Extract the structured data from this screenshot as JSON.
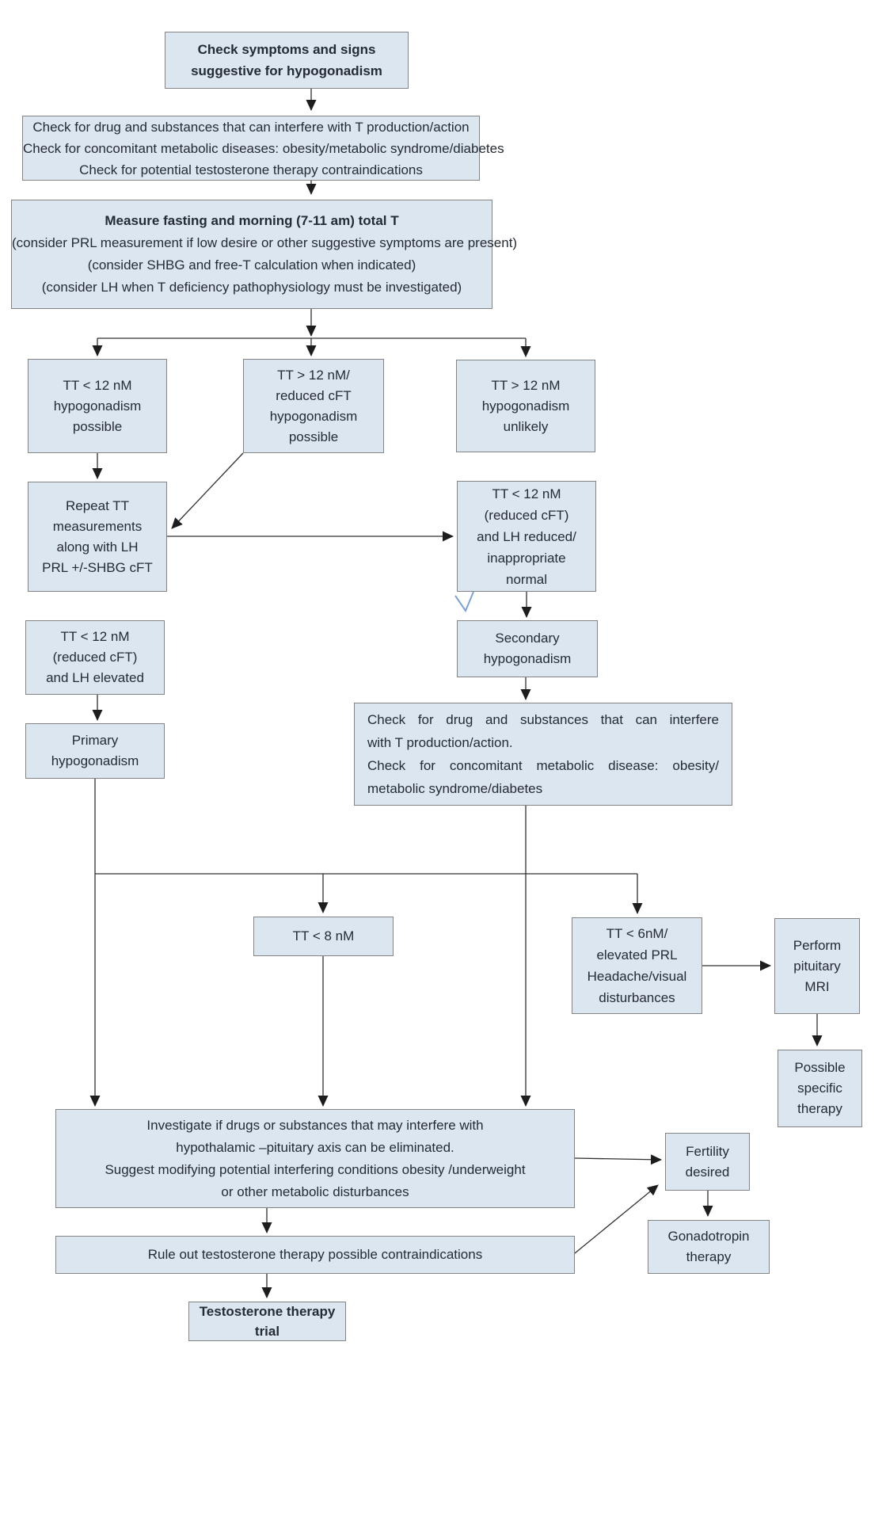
{
  "title": "Hypogonadism diagnostic flowchart",
  "colors": {
    "node_fill": "#dce6f1",
    "node_border": "#848484",
    "connector": "#303030",
    "annotation_blue": "#7aa3d4",
    "text": "#252b33"
  },
  "flowchart": {
    "nodes": {
      "box_a": {
        "lines": [
          "Check symptoms and signs",
          "suggestive for hypogonadism"
        ]
      },
      "box_b": {
        "lines": [
          "Check for drug and substances that can interfere with T production/action",
          "Check for concomitant metabolic diseases: obesity/metabolic syndrome/diabetes",
          "Check for potential testosterone therapy contraindications"
        ]
      },
      "box_c": {
        "lines": [
          "Measure fasting and morning (7-11 am) total T",
          "(consider PRL measurement if low desire or other suggestive symptoms are present)",
          "(consider SHBG and free-T calculation when indicated)",
          "(consider LH when T deficiency pathophysiology must be investigated)"
        ]
      },
      "box_d1": {
        "lines": [
          "TT < 12 nM",
          "hypogonadism",
          "possible"
        ]
      },
      "box_d2": {
        "lines": [
          "TT > 12 nM/",
          "reduced cFT",
          "hypogonadism",
          "possible"
        ]
      },
      "box_d3": {
        "lines": [
          "TT > 12 nM",
          "hypogonadism",
          "unlikely"
        ]
      },
      "box_repeat": {
        "lines": [
          "Repeat TT",
          "measurements",
          "along with LH",
          "PRL +/-SHBG cFT"
        ]
      },
      "box_lhred": {
        "lines": [
          "TT < 12 nM",
          "(reduced cFT)",
          "and LH reduced/",
          "inappropriate",
          "normal"
        ]
      },
      "box_lhelev": {
        "lines": [
          "TT < 12 nM",
          "(reduced cFT)",
          "and LH elevated"
        ]
      },
      "box_secondary": {
        "lines": [
          "Secondary",
          "hypogonadism"
        ]
      },
      "box_primary": {
        "lines": [
          "Primary",
          "hypogonadism"
        ]
      },
      "box_check2": {
        "lines": [
          "Check for drug and substances that can interfere",
          "with T production/action.",
          "Check for concomitant metabolic disease: obesity/",
          "metabolic syndrome/diabetes"
        ]
      },
      "box_tt8": {
        "lines": [
          "TT < 8 nM"
        ]
      },
      "box_tt6": {
        "lines": [
          "TT < 6nM/",
          "elevated PRL",
          "Headache/visual",
          "disturbances"
        ]
      },
      "box_mri": {
        "lines": [
          "Perform",
          "pituitary",
          "MRI"
        ]
      },
      "box_possible": {
        "lines": [
          "Possible",
          "specific",
          "therapy"
        ]
      },
      "box_investigate": {
        "lines": [
          "Investigate if drugs or substances that may interfere with",
          "hypothalamic –pituitary axis can be eliminated.",
          "Suggest modifying potential interfering conditions obesity /underweight",
          "or other metabolic disturbances"
        ]
      },
      "box_ruleout": {
        "lines": [
          "Rule out  testosterone therapy possible contraindications"
        ]
      },
      "box_fertility": {
        "lines": [
          "Fertility",
          "desired"
        ]
      },
      "box_gonado": {
        "lines": [
          "Gonadotropin",
          "therapy"
        ]
      },
      "box_ttrial": {
        "lines": [
          "Testosterone therapy",
          "trial"
        ]
      }
    }
  }
}
